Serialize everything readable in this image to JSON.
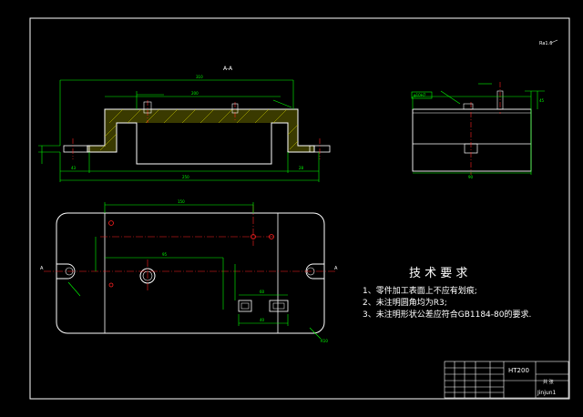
{
  "colors": {
    "background": "#000000",
    "outline": "#ffffff",
    "dimension": "#00ff00",
    "centerline": "#ff2020",
    "hatch": "#c8c800",
    "label": "#ff00ff"
  },
  "section_label": "A-A",
  "corner_note": "Ra1.6",
  "section_marks": {
    "left": "A",
    "right": "A"
  },
  "side_view_label": "φ10H7",
  "tech_requirements": {
    "title": "技 术 要 求",
    "items": [
      "1、零件加工表面上不应有划痕;",
      "2、未注明圆角均为R3;",
      "3、未注明形状公差应符合GB1184-80的要求."
    ]
  },
  "title_block": {
    "material": "HT200",
    "scale_note": "共 张",
    "designer": "Jinjun1"
  },
  "dims": {
    "top_overall": "310",
    "top_inner": "200",
    "bottom_overall": "250",
    "bottom_left": "43",
    "bottom_right": "28",
    "plan_top": "150",
    "plan_mid": "95",
    "plan_lower": "60",
    "plan_small": "40",
    "side_width": "90",
    "side_height": "45",
    "leader_note": "R10"
  }
}
